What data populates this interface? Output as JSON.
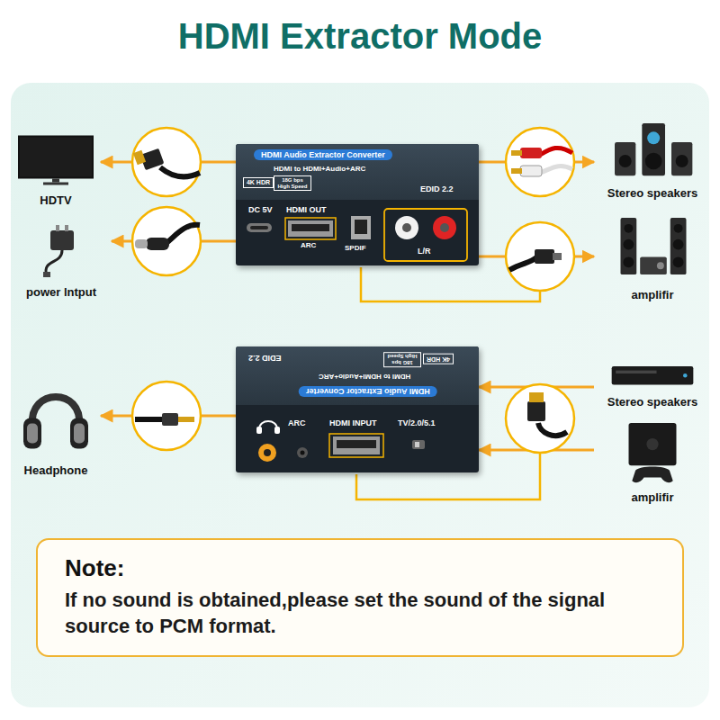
{
  "diagram": {
    "title": "HDMI Extractor Mode",
    "nodes": [
      {
        "text": [
          "HDMI Audio Extractor Converter",
          "HDMI to HDMI+Audio+ARC",
          "4K HDR",
          "18G bps High Speed",
          "EDID 2.2",
          "DC 5V",
          "HDMI OUT",
          "ARC",
          "SPDIF",
          "L/R"
        ]
      },
      {
        "text": [
          "HDTV"
        ]
      },
      {
        "text": [
          "power lntput"
        ]
      },
      {
        "text": [
          "Stereo speakers"
        ]
      },
      {
        "text": [
          "amplifir"
        ]
      },
      {
        "text": [
          "HDMI Audio Extractor Converter",
          "HDMI to HDMI+Audio+ARC",
          "4K HDR",
          "18G bps High Speed",
          "EDID 2.2",
          "ARC",
          "HDMI INPUT",
          "TV/2.0/5.1"
        ]
      },
      {
        "text": [
          "Headphone"
        ]
      },
      {
        "text": [
          "Stereo speakers"
        ]
      },
      {
        "text": [
          "amplifir"
        ]
      },
      {
        "text": [
          "Note:",
          "If no sound is obtained,please set the sound of the signal source to PCM format."
        ]
      }
    ],
    "edges": [
      {
        "from": 0,
        "to": 1,
        "arrow": "to"
      },
      {
        "from": 0,
        "to": 2,
        "arrow": "to"
      },
      {
        "from": 0,
        "to": 3,
        "arrow": "to"
      },
      {
        "from": 0,
        "to": 4,
        "arrow": "to"
      },
      {
        "from": 5,
        "to": 6,
        "arrow": "to"
      },
      {
        "from": 7,
        "to": 5,
        "arrow": "to"
      },
      {
        "from": 8,
        "to": 5,
        "arrow": "to"
      }
    ]
  }
}
